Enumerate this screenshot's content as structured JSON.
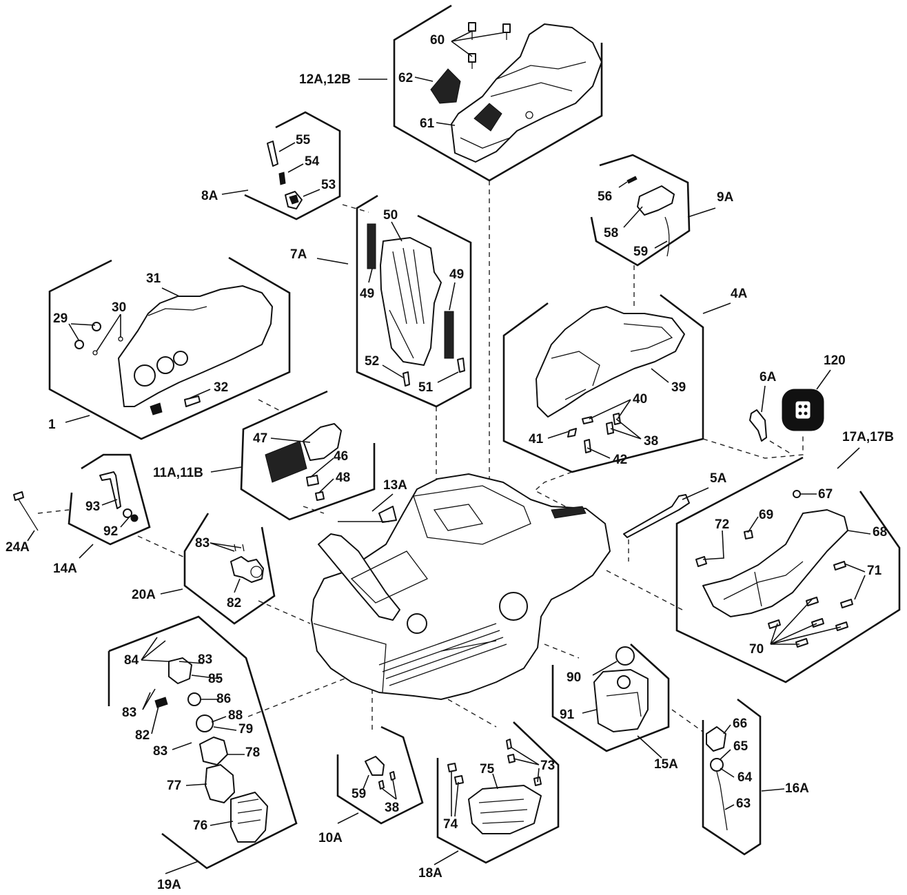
{
  "diagram": {
    "labels": {
      "l60": "60",
      "l62": "62",
      "l61": "61",
      "l12a": "12A,12B",
      "l55": "55",
      "l54": "54",
      "l53": "53",
      "l8a": "8A",
      "l50": "50",
      "l49a": "49",
      "l49b": "49",
      "l7a": "7A",
      "l52": "52",
      "l51": "51",
      "l56": "56",
      "l58": "58",
      "l59a": "59",
      "l9a": "9A",
      "l31": "31",
      "l29": "29",
      "l30": "30",
      "l32": "32",
      "l1": "1",
      "l4a": "4A",
      "l39": "39",
      "l40": "40",
      "l41": "41",
      "l38a": "38",
      "l42": "42",
      "l6a": "6A",
      "l120": "120",
      "l17a": "17A,17B",
      "l47": "47",
      "l46": "46",
      "l48": "48",
      "l11a": "11A,11B",
      "l13a": "13A",
      "l5a": "5A",
      "l93": "93",
      "l92": "92",
      "l14a": "14A",
      "l24a": "24A",
      "l83a": "83",
      "l82a": "82",
      "l20a": "20A",
      "l67": "67",
      "l72": "72",
      "l69": "69",
      "l68": "68",
      "l71": "71",
      "l70": "70",
      "l84": "84",
      "l83b": "83",
      "l85": "85",
      "l86": "86",
      "l83c": "83",
      "l88": "88",
      "l82b": "82",
      "l79": "79",
      "l83d": "83",
      "l78": "78",
      "l77": "77",
      "l76": "76",
      "l19a": "19A",
      "l90": "90",
      "l91": "91",
      "l15a": "15A",
      "l66": "66",
      "l65": "65",
      "l64": "64",
      "l63": "63",
      "l16a": "16A",
      "l59b": "59",
      "l38b": "38",
      "l10a": "10A",
      "l75": "75",
      "l73": "73",
      "l74": "74",
      "l18a": "18A"
    }
  }
}
